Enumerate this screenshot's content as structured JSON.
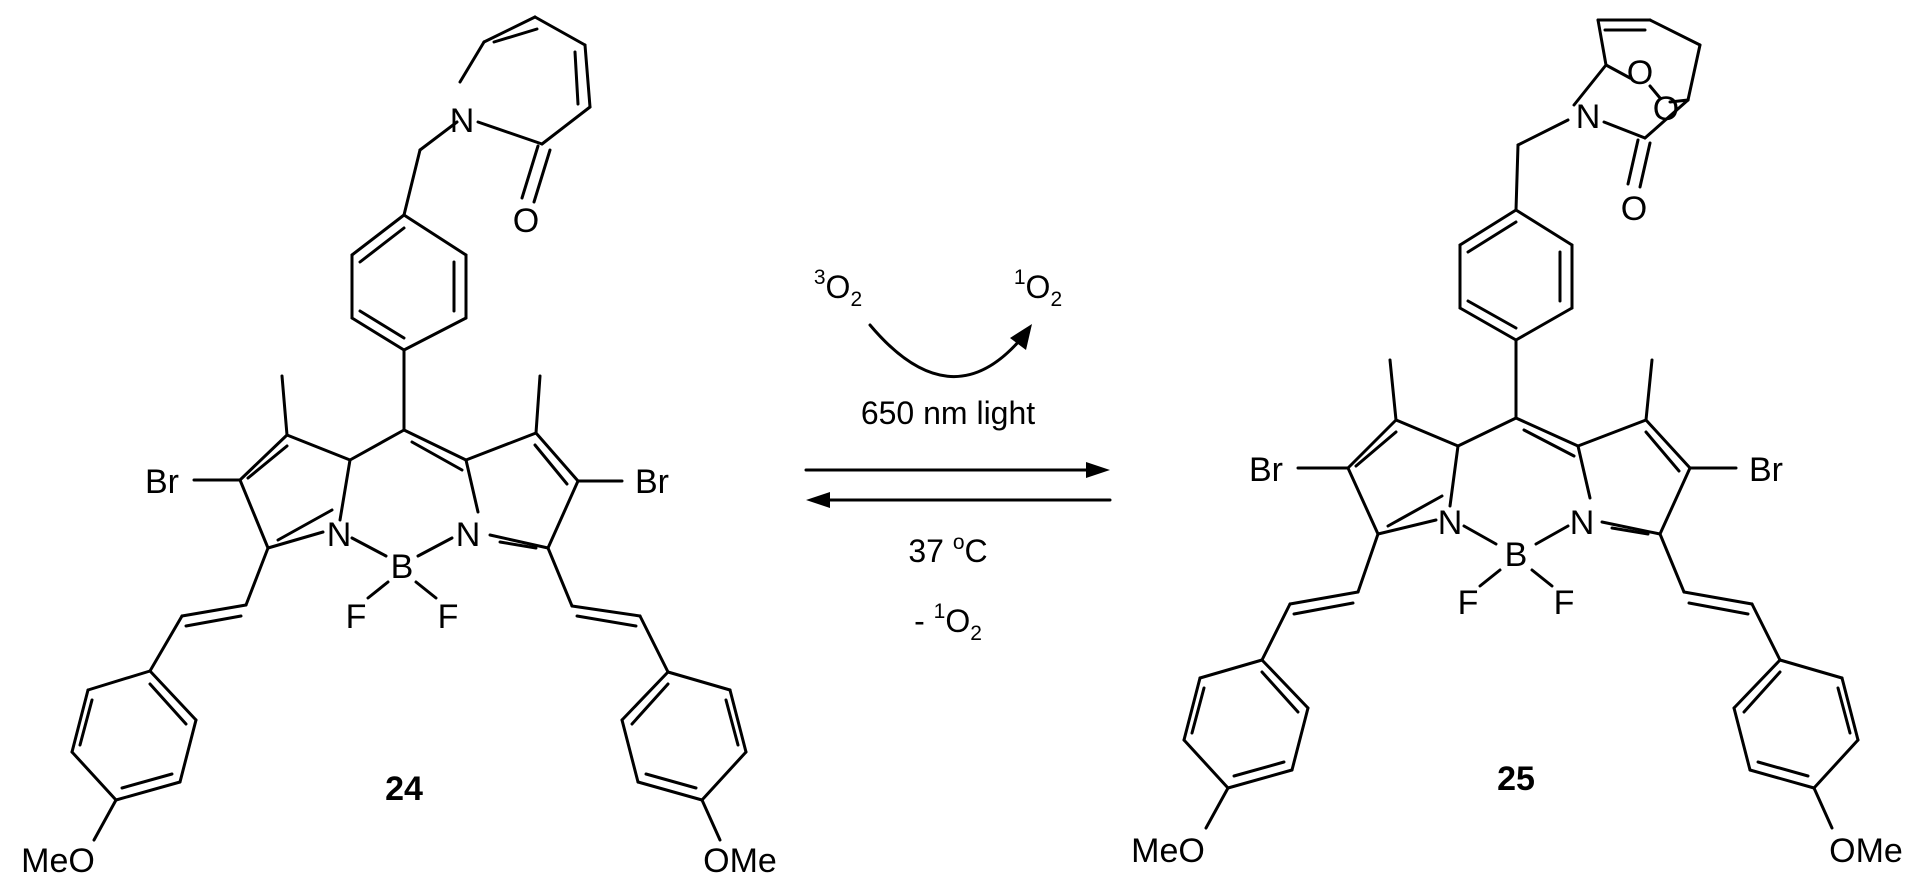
{
  "reaction": {
    "reactant": {
      "compound_id": "24",
      "atoms": {
        "n_pyridone": "N",
        "o_carbonyl": "O",
        "br_left": "Br",
        "br_right": "Br",
        "n_left": "N",
        "n_right": "N",
        "boron": "B",
        "f_left": "F",
        "f_right": "F",
        "meo_left": "MeO",
        "ome_right": "OMe"
      }
    },
    "product": {
      "compound_id": "25",
      "atoms": {
        "o_peroxide_1": "O",
        "o_peroxide_2": "O",
        "n_lactam": "N",
        "o_carbonyl": "O",
        "br_left": "Br",
        "br_right": "Br",
        "n_left": "N",
        "n_right": "N",
        "boron": "B",
        "f_left": "F",
        "f_right": "F",
        "meo_left": "MeO",
        "ome_right": "OMe"
      }
    },
    "conditions": {
      "triplet_oxygen": {
        "sup": "3",
        "base": "O",
        "sub": "2"
      },
      "singlet_oxygen": {
        "sup": "1",
        "base": "O",
        "sub": "2"
      },
      "forward_label": "650 nm light",
      "reverse_temp": {
        "value": "37 ",
        "sup": "o",
        "unit": "C"
      },
      "reverse_release": {
        "prefix": "- ",
        "sup": "1",
        "base": "O",
        "sub": "2"
      }
    }
  }
}
